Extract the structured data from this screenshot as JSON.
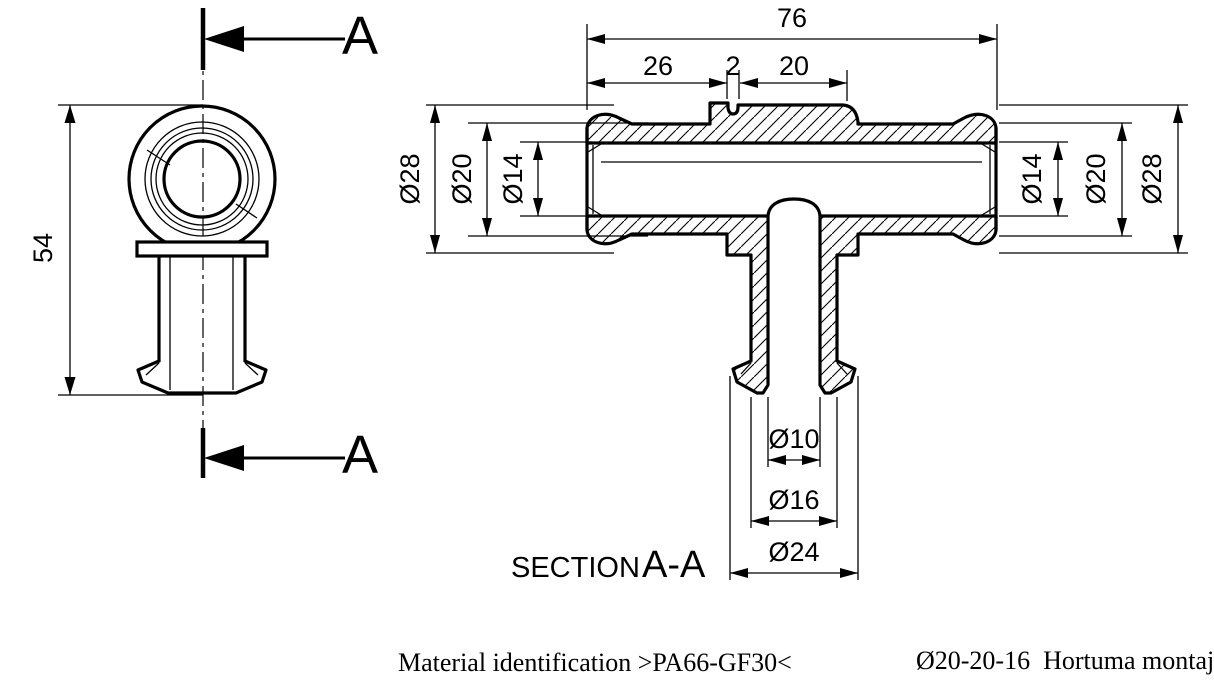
{
  "drawing": {
    "side_view": {
      "height_dim": "54",
      "cut_label_top": "A",
      "cut_label_bottom": "A"
    },
    "section_view": {
      "caption_word": "SECTION",
      "caption_ref": "A-A",
      "dims_top": {
        "overall": "76",
        "left_len": "26",
        "groove": "2",
        "boss_len": "20"
      },
      "dims_left": {
        "outer": "Ø28",
        "body": "Ø20",
        "bore": "Ø14"
      },
      "dims_right": {
        "bore": "Ø14",
        "body": "Ø20",
        "outer": "Ø28"
      },
      "dims_branch": {
        "bore": "Ø10",
        "body": "Ø16",
        "barb": "Ø24"
      }
    },
    "notes": {
      "material": "Material identification >PA66-GF30<",
      "part_title": "Ø20-20-16  Hortuma montaj"
    },
    "colors": {
      "line": "#000000",
      "background": "#ffffff"
    }
  }
}
